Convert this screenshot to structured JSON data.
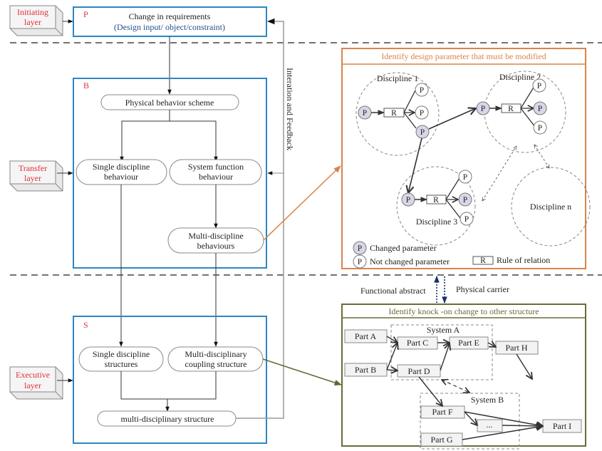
{
  "layers": {
    "initiating": "Initiating layer",
    "initiating_lines": [
      "Initiating",
      "layer"
    ],
    "transfer_lines": [
      "Transfer",
      "layer"
    ],
    "executive_lines": [
      "Executive",
      "layer"
    ]
  },
  "panel_p": {
    "tag": "P",
    "title": "Change in requirements",
    "subtitle": "(Design input/ object/constraint)"
  },
  "panel_b": {
    "tag": "B",
    "physical_behavior": "Physical behavior scheme",
    "single_behaviour": [
      "Single discipline",
      "behaviour"
    ],
    "system_function": [
      "System function",
      "behaviour"
    ],
    "multi_behaviours": [
      "Multi-discipline",
      "behaviours"
    ]
  },
  "panel_s": {
    "tag": "S",
    "single_structures": [
      "Single discipline",
      "structures"
    ],
    "coupling_structure": [
      "Multi-disciplinary",
      "coupling structure"
    ],
    "multi_structure": "multi-disciplinary structure"
  },
  "feedback_label": "Interation and Feedback",
  "param_panel": {
    "title": "Identify design parameter that must be modified",
    "disciplines": [
      "Discipline 1",
      "Discipline 2",
      "Discipline 3",
      "Discipline n"
    ],
    "param_label": "P",
    "rule_label": "R",
    "legend": {
      "changed": "Changed parameter",
      "not_changed": "Not changed parameter",
      "rule": "Rule of relation"
    }
  },
  "between": {
    "functional_abstract": "Functional abstract",
    "physical_carrier": "Physical carrier"
  },
  "structure_panel": {
    "title": "Identify knock -on change to other structure",
    "system_a": "System A",
    "system_b": "System B",
    "parts": {
      "a": "Part A",
      "b": "Part B",
      "c": "Part C",
      "d": "Part D",
      "e": "Part E",
      "f": "Part F",
      "g": "Part G",
      "h": "Part H",
      "i": "Part I",
      "ellipsis": "..."
    }
  },
  "colors": {
    "panel_blue": "#2e86c1",
    "label_red": "#e0303a",
    "orange": "#d9844a",
    "olive": "#6b6b3a",
    "changed_fill": "#d9d6e8",
    "navy": "#1a2f6b"
  }
}
